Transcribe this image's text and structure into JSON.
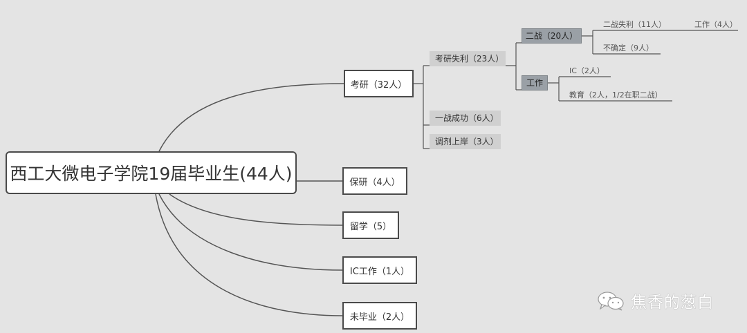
{
  "mindmap": {
    "root": "西工大微电子学院19届毕业生(44人)",
    "branches": {
      "kaoyan": {
        "label": "考研（32人）",
        "fail": {
          "label": "考研失利（23人）",
          "second_try": {
            "label": "二战（20人）",
            "fail2": "二战失利（11人）",
            "fail2_work": "工作（4人）",
            "uncertain": "不确定（9人）"
          },
          "work": {
            "label": "工作",
            "ic": "IC（2人）",
            "edu": "教育（2人，1/2在职二战）"
          }
        },
        "success": "一战成功（6人）",
        "adjust": "调剂上岸（3人）"
      },
      "baoyan": "保研（4人）",
      "liuxue": "留学（5）",
      "ic_work": "IC工作（1人）",
      "weibiye": "未毕业（2人）"
    }
  },
  "watermark": {
    "text": "焦香的葱白",
    "icon": "wechat-icon"
  },
  "colors": {
    "background": "#e4e4e4",
    "line": "#555555",
    "subtopic_fill": "#d0d0d0",
    "tag_fill": "#9aa0a6"
  }
}
